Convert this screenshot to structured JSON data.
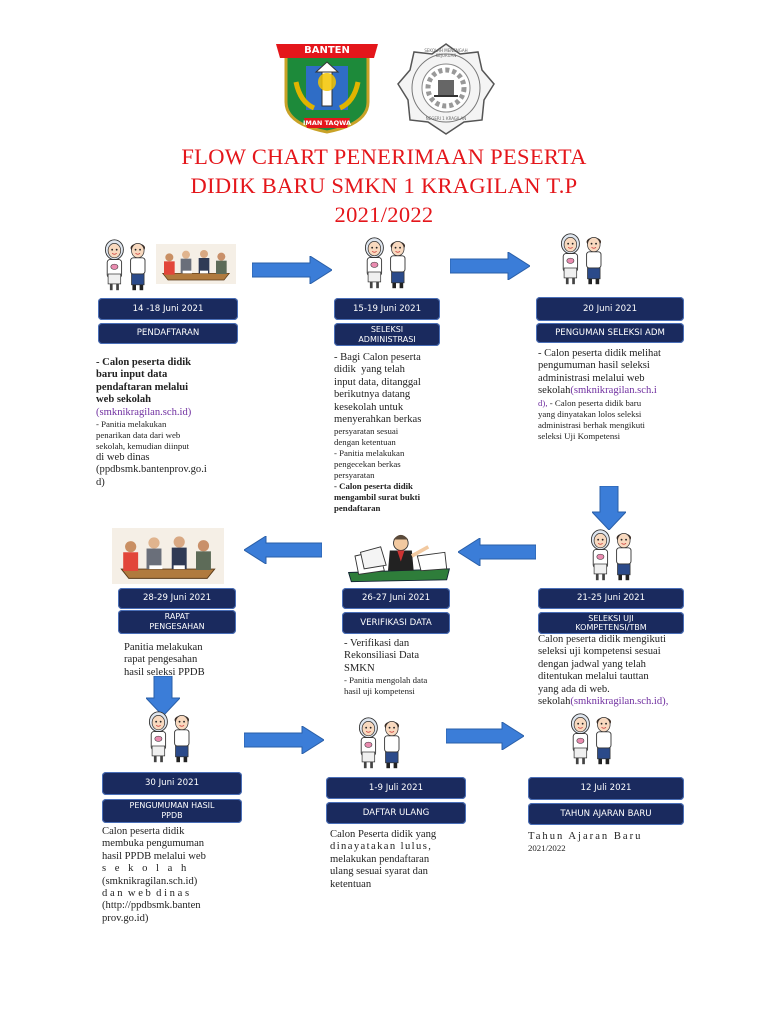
{
  "logos": {
    "banten": {
      "banner": "BANTEN",
      "motto": "IMAN TAQWA"
    },
    "school": {
      "ring_text": "SEKOLAH MENENGAH KEJURUAN",
      "bottom_text": "NEGERI 1 KRAGILAN"
    }
  },
  "title": {
    "line1": "FLOW CHART PENERIMAAN PESERTA",
    "line2": "DIDIK BARU SMKN 1 KRAGILAN T.P",
    "line3": "2021/2022"
  },
  "colors": {
    "title": "#e4161b",
    "pill": "#1a2a5e",
    "arrow": "#3b7dd8",
    "link": "#7030a0"
  },
  "steps": [
    {
      "date": "14 -18 Juni 2021",
      "label": "PENDAFTARAN",
      "desc": [
        "- Calon peserta didik",
        "baru input data",
        "pendaftaran melalui",
        "web sekolah",
        "(smknikragilan.sch.id)",
        "- Panitia melakukan",
        "penarikan data dari web",
        "sekolah, kemudian diinput",
        "di web dinas",
        "(ppdbsmk.bantenprov.go.i",
        "d)"
      ]
    },
    {
      "date": "15-19 Juni 2021",
      "label": "SELEKSI ADMINISTRASI",
      "desc": [
        "- Bagi Calon peserta",
        "didik  yang telah",
        "input data, ditanggal",
        "berikutnya datang",
        "kesekolah untuk",
        "menyerahkan berkas",
        "persyaratan sesuai",
        "dengan ketentuan",
        "- Panitia melakukan",
        "pengecekan berkas",
        "persyaratan",
        "- Calon peserta didik",
        "mengambil surat bukti",
        "pendaftaran"
      ]
    },
    {
      "date": "20 Juni 2021",
      "label": "PENGUMAN SELEKSI ADM",
      "desc": [
        "- Calon peserta didik melihat",
        "pengumuman hasil seleksi",
        "administrasi melalui web",
        "sekolah(smknikragilan.sch.i",
        "d), - Calon peserta didik baru",
        "yang dinyatakan lolos seleksi",
        "administrasi berhak mengikuti",
        "seleksi Uji Kompetensi"
      ]
    },
    {
      "date": "21-25 Juni 2021",
      "label": "SELEKSI UJI KOMPETENSI/TBM",
      "desc": [
        "Calon peserta didik mengikuti",
        "seleksi uji kompetensi sesuai",
        "dengan jadwal yang telah",
        "ditentukan melalui tauttan",
        "yang ada di web.",
        "sekolah(smknikragilan.sch.id),"
      ]
    },
    {
      "date": "26-27 Juni 2021",
      "label": "VERIFIKASI DATA",
      "desc": [
        "- Verifikasi dan",
        "Rekonsiliasi Data",
        "SMKN",
        "- Panitia mengolah data",
        "hasil uji kompetensi"
      ]
    },
    {
      "date": "28-29 Juni 2021",
      "label": "RAPAT PENGESAHAN",
      "desc": [
        "Panitia melakukan",
        "rapat pengesahan",
        "hasil seleksi PPDB"
      ]
    },
    {
      "date": "30 Juni 2021",
      "label": "PENGUMUMAN HASIL PPDB",
      "desc": [
        "Calon peserta didik",
        "membuka pengumuman",
        "hasil PPDB melalui web",
        "s e k o l a h",
        "(smknikragilan.sch.id)",
        "d a n  w e b  d i n a s",
        "(http://ppdbsmk.banten",
        "prov.go.id)"
      ]
    },
    {
      "date": "1-9 Juli 2021",
      "label": "DAFTAR ULANG",
      "desc": [
        "Calon Peserta didik yang",
        "dinayatakan lulus,",
        "melakukan pendaftaran",
        "ulang sesuai syarat dan",
        "ketentuan"
      ]
    },
    {
      "date": "12 Juli 2021",
      "label": "TAHUN AJARAN BARU",
      "desc": [
        "Tahun Ajaran Baru",
        "2021/2022"
      ]
    }
  ]
}
